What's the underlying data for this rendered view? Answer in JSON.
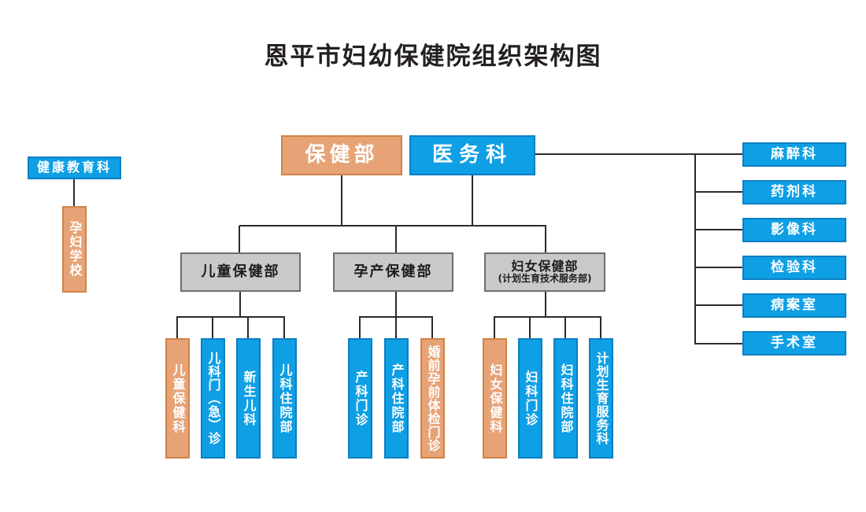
{
  "title": "恩平市妇幼保健院组织架构图",
  "colors": {
    "blue": "#0f9fe4",
    "orange": "#e7a376",
    "gray": "#c9c9c9",
    "line": "#2b2b2b"
  },
  "top_level": {
    "health_dept": "保健部",
    "medical_dept": "医务科"
  },
  "left_branch": {
    "health_education": "健康教育科",
    "pregnant_school": "孕妇学校"
  },
  "departments": {
    "child_health": "儿童保健部",
    "maternity_health": "孕产保健部",
    "women_health_line1": "妇女保健部",
    "women_health_line2": "(计划生育技术服务部)"
  },
  "child_health_children": [
    "儿童保健科",
    "儿科门（急）诊",
    "新生儿科",
    "儿科住院部"
  ],
  "maternity_children": [
    "产科门诊",
    "产科住院部",
    "婚前孕前体检门诊"
  ],
  "women_children": [
    "妇女保健科",
    "妇科门诊",
    "妇科住院部",
    "计划生育服务科"
  ],
  "right_departments": [
    "麻醉科",
    "药剂科",
    "影像科",
    "检验科",
    "病案室",
    "手术室"
  ]
}
